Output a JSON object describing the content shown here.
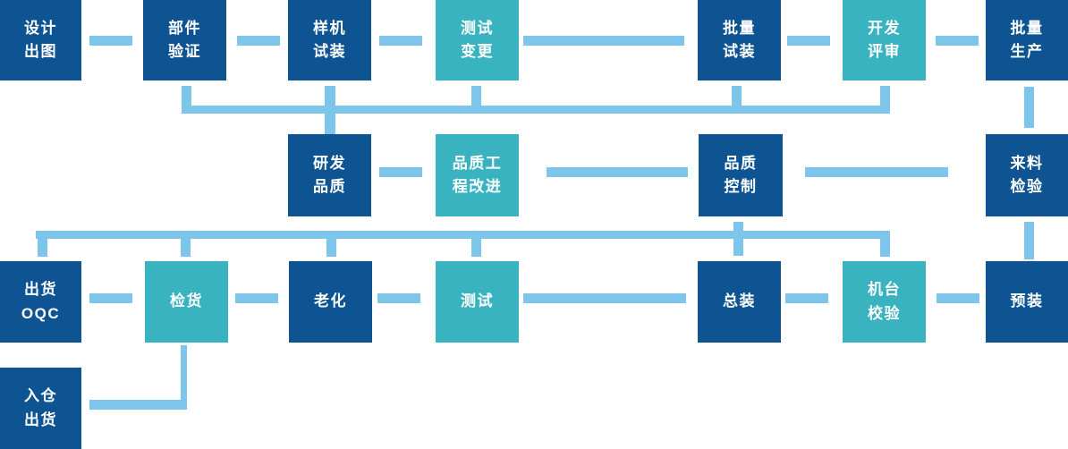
{
  "diagram": {
    "title": "production-quality-process-flowchart",
    "colors": {
      "dark": "#0e5493",
      "teal": "#3ab3c0",
      "connector": "#7ec5eb",
      "text": "#ffffff",
      "background": "#ffffff"
    },
    "nodes": [
      {
        "id": "design-drawing",
        "label": "设计\n出图",
        "variant": "dark"
      },
      {
        "id": "component-verification",
        "label": "部件\n验证",
        "variant": "dark"
      },
      {
        "id": "prototype-trial-assembly",
        "label": "样机\n试装",
        "variant": "dark"
      },
      {
        "id": "test-change",
        "label": "测试\n变更",
        "variant": "teal"
      },
      {
        "id": "batch-trial-assembly",
        "label": "批量\n试装",
        "variant": "dark"
      },
      {
        "id": "development-review",
        "label": "开发\n评审",
        "variant": "teal"
      },
      {
        "id": "mass-production",
        "label": "批量\n生产",
        "variant": "dark"
      },
      {
        "id": "rd-quality",
        "label": "研发\n品质",
        "variant": "dark"
      },
      {
        "id": "quality-engineering-improvement",
        "label": "品质工\n程改进",
        "variant": "teal"
      },
      {
        "id": "quality-control",
        "label": "品质\n控制",
        "variant": "dark"
      },
      {
        "id": "incoming-inspection",
        "label": "来料\n检验",
        "variant": "dark"
      },
      {
        "id": "shipment-oqc",
        "label": "出货\nOQC",
        "variant": "dark"
      },
      {
        "id": "goods-inspection",
        "label": "检货",
        "variant": "teal"
      },
      {
        "id": "aging",
        "label": "老化",
        "variant": "dark"
      },
      {
        "id": "testing",
        "label": "测试",
        "variant": "teal"
      },
      {
        "id": "final-assembly",
        "label": "总装",
        "variant": "dark"
      },
      {
        "id": "machine-calibration",
        "label": "机台\n校验",
        "variant": "teal"
      },
      {
        "id": "pre-assembly",
        "label": "预装",
        "variant": "dark"
      },
      {
        "id": "warehouse-shipping",
        "label": "入仓\n出货",
        "variant": "dark"
      }
    ]
  }
}
